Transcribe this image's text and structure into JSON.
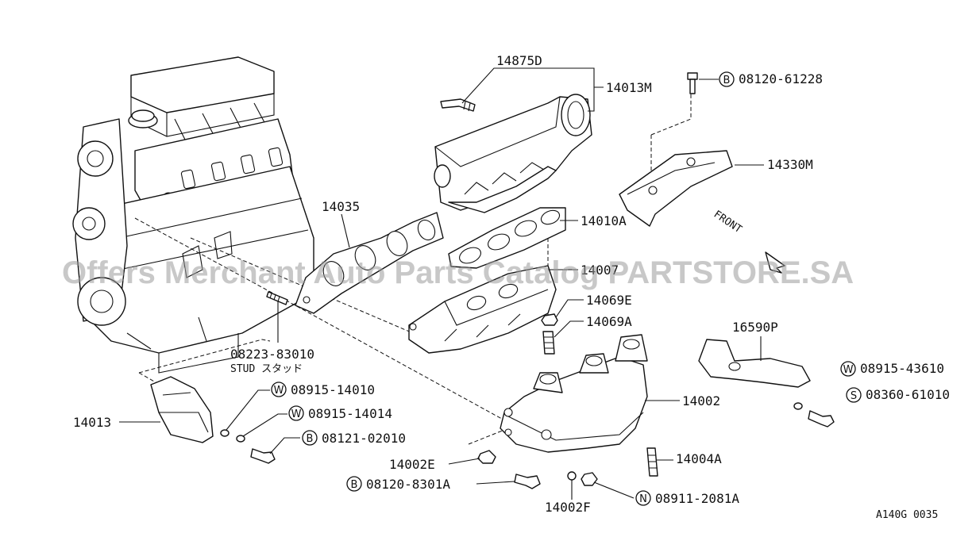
{
  "watermark": "Offers Merchant Auto Parts Catalog PARTSTORE.SA",
  "figure_code": "A140G 0035",
  "front_label": "FRONT",
  "labels": {
    "p14875D": "14875D",
    "p14013M": "14013M",
    "p08120_61228": "08120-61228",
    "p14330M": "14330M",
    "p14035": "14035",
    "p14010A": "14010A",
    "p14007": "14007",
    "p14069E": "14069E",
    "p14069A": "14069A",
    "p16590P": "16590P",
    "p08915_43610": "08915-43610",
    "p08360_61010": "08360-61010",
    "p08223_83010": "08223-83010",
    "stud": "STUD スタッド",
    "p08915_14010": "08915-14010",
    "p08915_14014": "08915-14014",
    "p08121_02010": "08121-02010",
    "p14013": "14013",
    "p14002": "14002",
    "p14004A": "14004A",
    "p14002E": "14002E",
    "p08120_8301A": "08120-8301A",
    "p14002F": "14002F",
    "p08911_2081A": "08911-2081A"
  },
  "code_letters": {
    "b1": "B",
    "w1": "W",
    "s1": "S",
    "w2": "W",
    "w3": "W",
    "b2": "B",
    "b3": "B",
    "n1": "N"
  }
}
